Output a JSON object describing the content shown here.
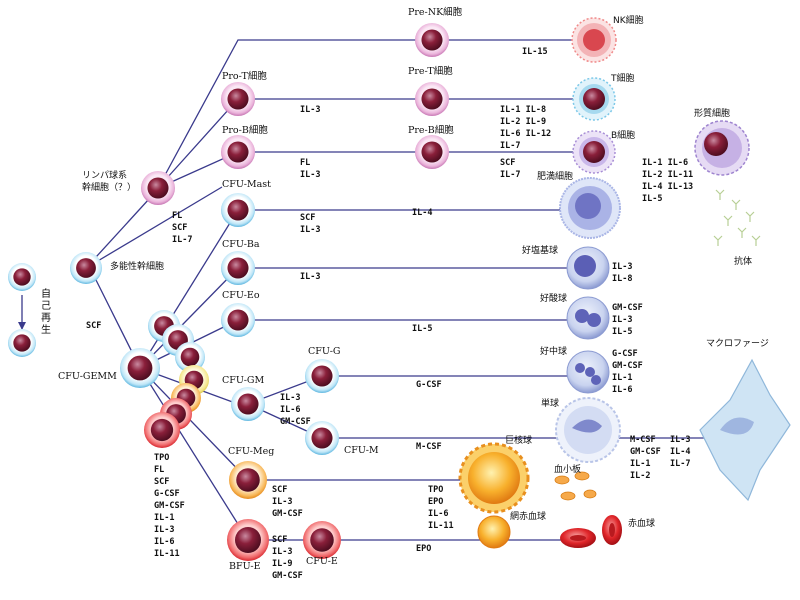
{
  "cells": {
    "pre_nk": "Pre-NK細胞",
    "nk": "NK細胞",
    "pro_t": "Pro-T細胞",
    "pre_t": "Pre-T細胞",
    "t": "T細胞",
    "pro_b": "Pro-B細胞",
    "pre_b": "Pre-B細胞",
    "b": "B細胞",
    "plasma": "形質細胞",
    "lymphoid_stem_1": "リンパ球系",
    "lymphoid_stem_2": "幹細胞（？）",
    "cfu_mast": "CFU-Mast",
    "mast": "肥満細胞",
    "pluripotent": "多能性幹細胞",
    "cfu_ba": "CFU-Ba",
    "basophil": "好塩基球",
    "cfu_eo": "CFU-Eo",
    "eosinophil": "好酸球",
    "cfu_gemm": "CFU-GEMM",
    "cfu_gm": "CFU-GM",
    "cfu_g": "CFU-G",
    "neutrophil": "好中球",
    "cfu_m": "CFU-M",
    "monocyte": "単球",
    "macrophage": "マクロファージ",
    "cfu_meg": "CFU-Meg",
    "megakaryocyte": "巨核球",
    "platelet": "血小板",
    "bfu_e": "BFU-E",
    "cfu_e": "CFU-E",
    "reticulocyte": "網赤血球",
    "rbc": "赤血球",
    "antibody": "抗体",
    "self_renewal": "自己再生"
  },
  "factors": {
    "il15": "IL-15",
    "pro_t_pre_t": "IL-3",
    "t_cell": [
      "IL-1  IL-8",
      "IL-2  IL-9",
      "IL-6  IL-12",
      "IL-7"
    ],
    "pro_b_pre_b": [
      "FL",
      "IL-3"
    ],
    "pre_b_b": [
      "SCF",
      "IL-7"
    ],
    "plasma": [
      "IL-1  IL-6",
      "IL-2  IL-11",
      "IL-4  IL-13",
      "IL-5"
    ],
    "lymphoid": [
      "FL",
      "SCF",
      "IL-7"
    ],
    "cfu_mast": [
      "SCF",
      "IL-3"
    ],
    "mast_line": "IL-4",
    "ba_line": "IL-3",
    "basophil": [
      "IL-3",
      "IL-8"
    ],
    "eo_line": "IL-5",
    "eosinophil": [
      "GM-CSF",
      "IL-3",
      "IL-5"
    ],
    "neutrophil": [
      "G-CSF",
      "GM-CSF",
      "IL-1",
      "IL-6"
    ],
    "gm": [
      "IL-3",
      "IL-6",
      "GM-CSF"
    ],
    "g_line": "G-CSF",
    "m_line": "M-CSF",
    "monocyte": [
      "M-CSF",
      "GM-CSF",
      "IL-1",
      "IL-2"
    ],
    "macrophage": [
      "IL-3",
      "IL-4",
      "IL-7"
    ],
    "gemm_scf": "SCF",
    "gemm_lower": [
      "TPO",
      "FL",
      "SCF",
      "G-CSF",
      "GM-CSF",
      "IL-1",
      "IL-3",
      "IL-6",
      "IL-11"
    ],
    "meg_left": [
      "SCF",
      "IL-3",
      "GM-CSF"
    ],
    "meg_right": [
      "TPO",
      "EPO",
      "IL-6",
      "IL-11"
    ],
    "bfu_e": [
      "SCF",
      "IL-3",
      "IL-9",
      "GM-CSF"
    ],
    "epo": "EPO"
  },
  "colors": {
    "line": "#3a3a8c",
    "blue_cell": "#7ec8ea",
    "pink_cell": "#e7a6d4",
    "red_cell": "#e8434a",
    "orange_cell": "#f6a53b",
    "nucleus": "#8a1f3a"
  }
}
